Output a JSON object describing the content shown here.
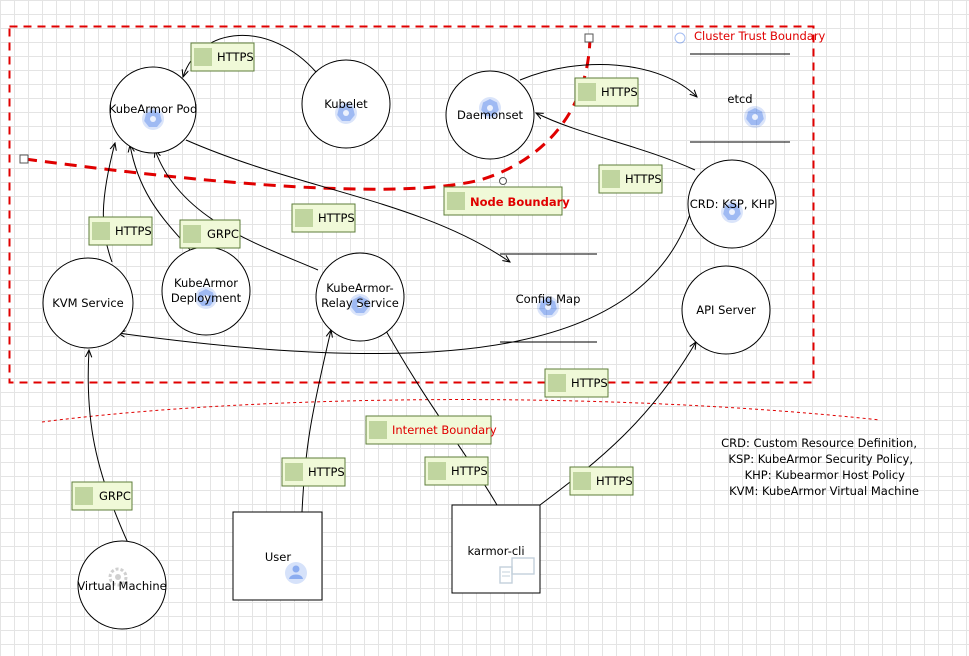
{
  "boundaries": {
    "cluster": "Cluster Trust Boundary",
    "node": "Node Boundary",
    "internet": "Internet Boundary"
  },
  "nodes": {
    "kubearmor_pod": "KubeArmor Pod",
    "kubelet": "Kubelet",
    "daemonset": "Daemonset",
    "etcd": "etcd",
    "crd": "CRD: KSP, KHP",
    "kvm_service": "KVM Service",
    "kubearmor_deployment_line1": "KubeArmor",
    "kubearmor_deployment_line2": "Deployment",
    "relay_service_line1": "KubeArmor-",
    "relay_service_line2": "Relay Service",
    "config_map": "Config Map",
    "api_server": "API Server",
    "user": "User",
    "karmor_cli": "karmor-cli",
    "virtual_machine": "Virtual Machine"
  },
  "flows": {
    "https": "HTTPS",
    "grpc": "GRPC"
  },
  "legend": [
    "CRD: Custom Resource Definition,",
    "KSP: KubeArmor Security Policy,",
    "KHP: Kubearmor Host Policy",
    "KVM: KubeArmor Virtual Machine"
  ],
  "colors": {
    "boundary": "#e00000",
    "flow_label_bg": "#f0f9d8",
    "flow_label_border": "#5e7d3a",
    "k8s_icon": "#326ce5"
  }
}
